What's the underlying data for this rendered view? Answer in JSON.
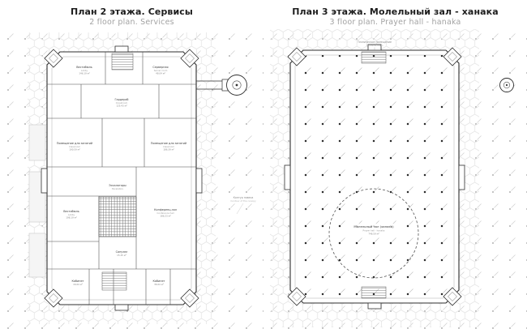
{
  "page": {
    "background": "#ffffff"
  },
  "colors": {
    "ink": "#1d1d1d",
    "subtitle_gray": "#a3a3a3",
    "wall": "#2f2f2f",
    "partition": "#4a4a4a",
    "hex_pattern": "#e5e5e5",
    "dot_gray": "#9a9a9a",
    "column_dark": "#2b2b2b"
  },
  "plans": {
    "left": {
      "title": "План 2 этажа. Сервисы",
      "subtitle": "2 floor plan. Services",
      "rooms": [
        {
          "name": "Вестибюль",
          "en": "Lobby",
          "area": "146.19 м²"
        },
        {
          "name": "Серверная",
          "en": "Server room",
          "area": "48.04 м²"
        },
        {
          "name": "Гардероб",
          "en": "Cloakroom",
          "area": "125.43 м²"
        },
        {
          "name": "Помещение для занятий",
          "en": "Classroom",
          "area": "190.59 м²"
        },
        {
          "name": "Помещение для занятий",
          "en": "Classroom",
          "area": "186.39 м²"
        },
        {
          "name": "Эскалаторы",
          "en": "Escalators",
          "area": ""
        },
        {
          "name": "Конференц-зал",
          "en": "Conference hall",
          "area": "186.23 м²"
        },
        {
          "name": "Вестибюль",
          "en": "Lobby",
          "area": "198.19 м²"
        },
        {
          "name": "Санузел",
          "en": "WC",
          "area": "15.15 м²"
        },
        {
          "name": "Кабинет",
          "en": "Office",
          "area": "36.04 м²"
        },
        {
          "name": "Кабинет",
          "en": "Office",
          "area": "16.04 м²"
        }
      ],
      "annotation": {
        "ru": "Контур навеса",
        "en": "Contour of the canopy"
      }
    },
    "right": {
      "title": "План 3 этажа. Молельный зал - ханака",
      "subtitle": "3 floor plan. Prayer hall - hanaka",
      "hall": {
        "name": "Молельный зал (ханака)",
        "en": "Prayer hall - hanaka",
        "area": "746.59 м²"
      },
      "top_label": {
        "ru": "Техническое помещение",
        "en": "Technical room"
      }
    }
  }
}
